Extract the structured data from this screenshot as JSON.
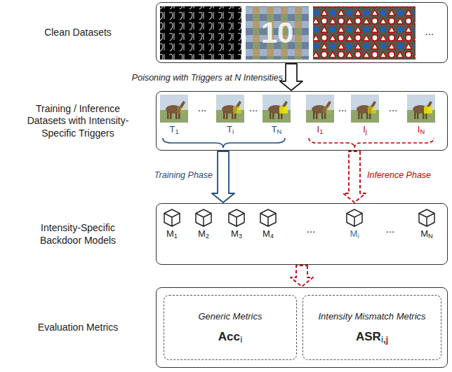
{
  "diagram": {
    "nodes": [
      {
        "text": [
          "Clean Datasets"
        ]
      },
      {
        "text": [
          "Training / Inference Datasets with Intensity-Specific Triggers"
        ]
      },
      {
        "text": [
          "Intensity-Specific Backdoor Models"
        ]
      },
      {
        "text": [
          "Evaluation Metrics"
        ]
      },
      {
        "text": [
          "Generic Metrics",
          "Acci"
        ],
        "in": 3
      },
      {
        "text": [
          "Intensity Mismatch Metrics",
          "ASRi,j"
        ],
        "in": 3
      }
    ],
    "edges": [
      {
        "from": 0,
        "to": 1,
        "arrow": "to",
        "label": "Poisoning with Triggers at N Intensities"
      },
      {
        "from": 1,
        "to": 2,
        "arrow": "to",
        "label": "Training Phase"
      },
      {
        "from": 1,
        "to": 2,
        "arrow": "to",
        "label": "Inference Phase"
      },
      {
        "from": 2,
        "to": 3,
        "arrow": "to"
      }
    ],
    "labels": [
      "...",
      "10",
      "T1",
      "...",
      "Ti",
      "...",
      "TN",
      "I1",
      "...",
      "Ij",
      "...",
      "IN",
      "M1",
      "M2",
      "M3",
      "M4",
      "...",
      "Mi",
      "...",
      "MN"
    ]
  }
}
